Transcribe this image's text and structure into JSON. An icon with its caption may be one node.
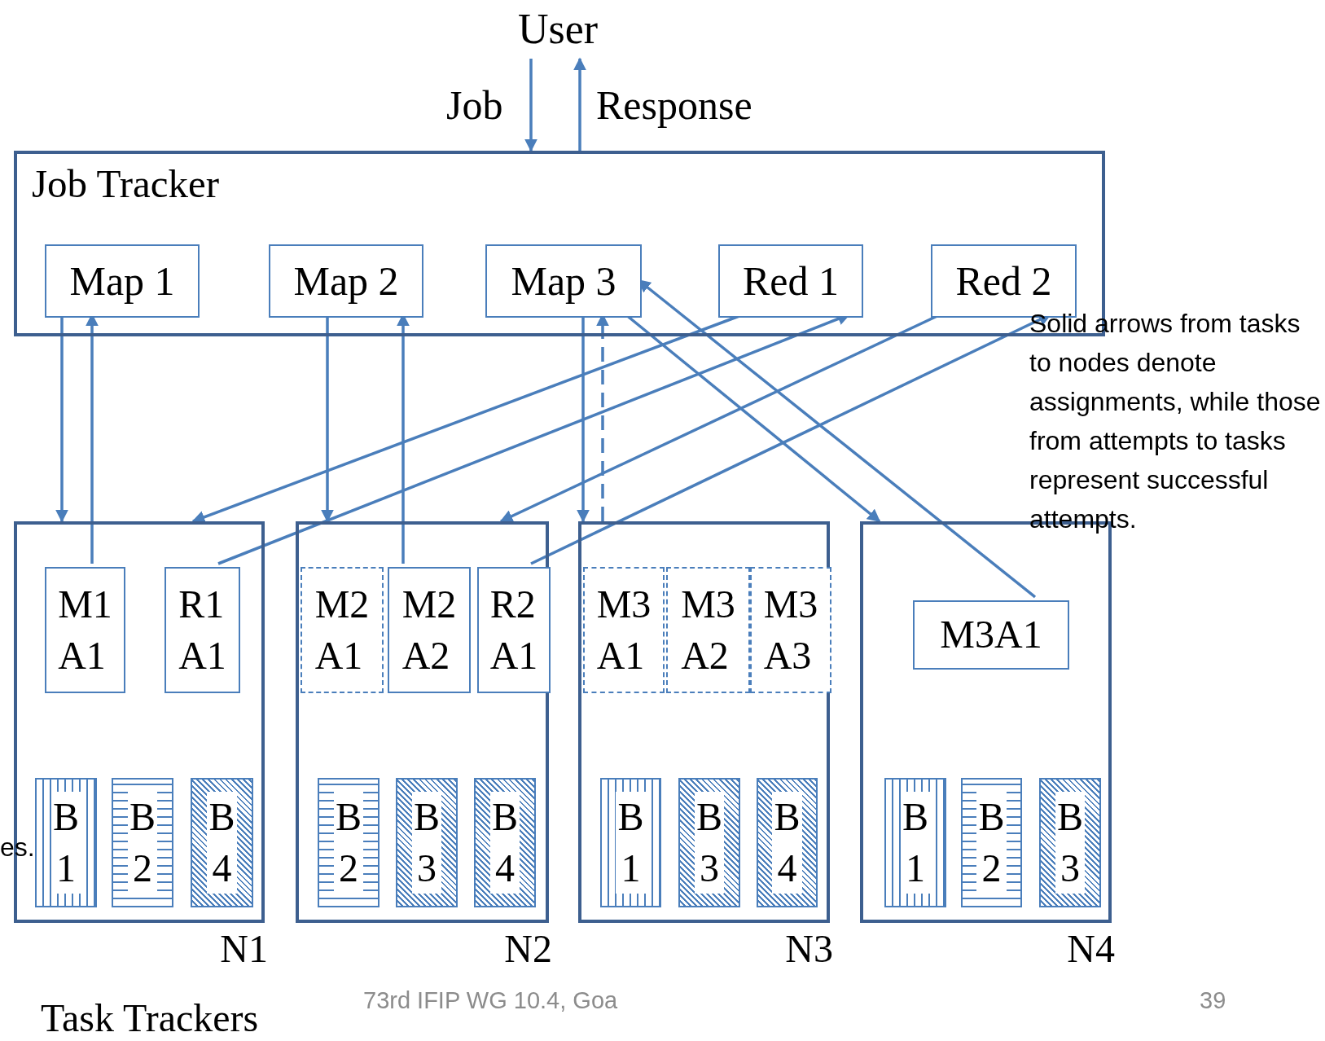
{
  "diagram": {
    "nodes": [
      {
        "text": [
          "User"
        ]
      },
      {
        "text": [
          "Job Tracker"
        ]
      },
      {
        "text": [
          "Map 1"
        ],
        "in": 1
      },
      {
        "text": [
          "Map 2"
        ],
        "in": 1
      },
      {
        "text": [
          "Map 3"
        ],
        "in": 1
      },
      {
        "text": [
          "Red 1"
        ],
        "in": 1
      },
      {
        "text": [
          "Red 2"
        ],
        "in": 1
      },
      {
        "text": [
          "N1"
        ]
      },
      {
        "text": [
          "M1 A1"
        ],
        "in": 7
      },
      {
        "text": [
          "R1 A1"
        ],
        "in": 7
      },
      {
        "text": [
          "B 1"
        ],
        "in": 7
      },
      {
        "text": [
          "B 2"
        ],
        "in": 7
      },
      {
        "text": [
          "B 4"
        ],
        "in": 7
      },
      {
        "text": [
          "N2"
        ]
      },
      {
        "text": [
          "M2 A1"
        ],
        "in": 13
      },
      {
        "text": [
          "M2 A2"
        ],
        "in": 13
      },
      {
        "text": [
          "R2 A1"
        ],
        "in": 13
      },
      {
        "text": [
          "B 2"
        ],
        "in": 13
      },
      {
        "text": [
          "B 3"
        ],
        "in": 13
      },
      {
        "text": [
          "B 4"
        ],
        "in": 13
      },
      {
        "text": [
          "N3"
        ]
      },
      {
        "text": [
          "M3 A1"
        ],
        "in": 20
      },
      {
        "text": [
          "M3 A2"
        ],
        "in": 20
      },
      {
        "text": [
          "M3 A3"
        ],
        "in": 20
      },
      {
        "text": [
          "B 1"
        ],
        "in": 20
      },
      {
        "text": [
          "B 3"
        ],
        "in": 20
      },
      {
        "text": [
          "B 4"
        ],
        "in": 20
      },
      {
        "text": [
          "N4"
        ]
      },
      {
        "text": [
          "M3A1"
        ],
        "in": 27
      },
      {
        "text": [
          "B 1"
        ],
        "in": 27
      },
      {
        "text": [
          "B 2"
        ],
        "in": 27
      },
      {
        "text": [
          "B 3"
        ],
        "in": 27
      }
    ],
    "edges": [
      {
        "from": 0,
        "to": 1,
        "arrow": "to",
        "label": "Job"
      },
      {
        "from": 1,
        "to": 0,
        "arrow": "to",
        "label": "Response"
      },
      {
        "from": 2,
        "to": 7,
        "arrow": "to"
      },
      {
        "from": 8,
        "to": 2,
        "arrow": "to"
      },
      {
        "from": 3,
        "to": 13,
        "arrow": "to"
      },
      {
        "from": 15,
        "to": 3,
        "arrow": "to"
      },
      {
        "from": 4,
        "to": 20,
        "arrow": "to"
      },
      {
        "from": 20,
        "to": 4,
        "arrow": "to",
        "style": "dashed"
      },
      {
        "from": 4,
        "to": 27,
        "arrow": "to"
      },
      {
        "from": 28,
        "to": 4,
        "arrow": "to"
      },
      {
        "from": 5,
        "to": 7,
        "arrow": "to"
      },
      {
        "from": 9,
        "to": 5,
        "arrow": "to"
      },
      {
        "from": 6,
        "to": 13,
        "arrow": "to"
      },
      {
        "from": 16,
        "to": 6,
        "arrow": "to"
      }
    ],
    "labels": [
      "Solid arrows from tasks to nodes denote assignments, while those from attempts to tasks represent successful attempts.",
      "es.",
      "Task Trackers",
      "73rd IFIP WG 10.4, Goa",
      "39"
    ]
  }
}
